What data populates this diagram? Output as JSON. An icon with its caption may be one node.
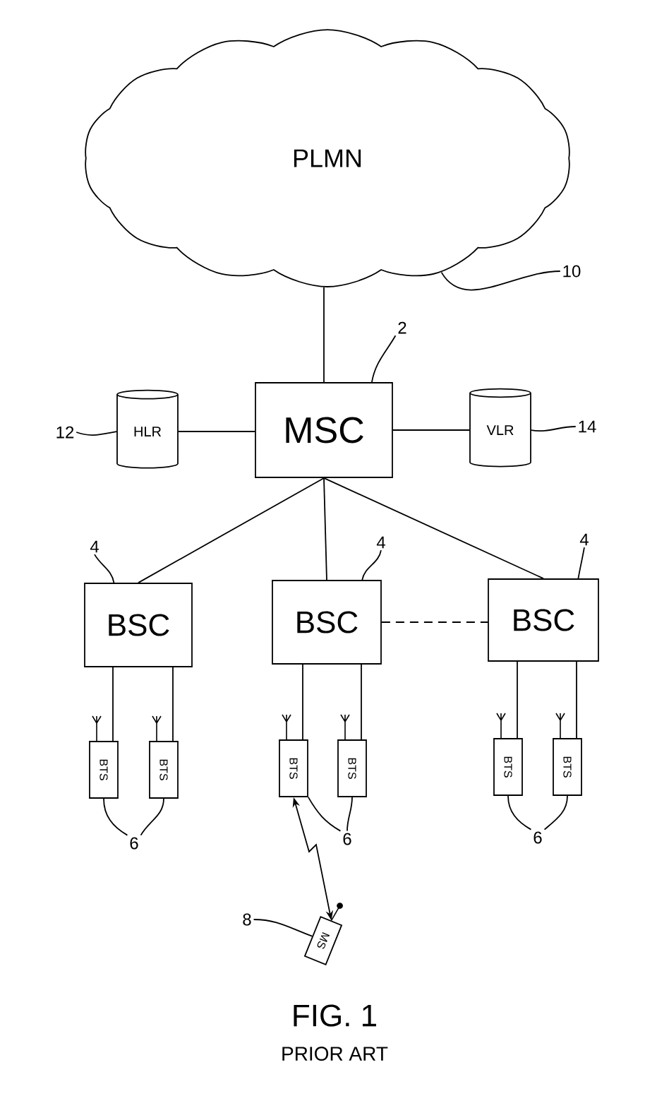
{
  "diagram": {
    "nodes": [
      {
        "text": [
          "PLMN"
        ]
      },
      {
        "text": [
          "MSC"
        ]
      },
      {
        "text": [
          "HLR"
        ]
      },
      {
        "text": [
          "VLR"
        ]
      },
      {
        "text": [
          "BSC"
        ]
      },
      {
        "text": [
          "BSC"
        ]
      },
      {
        "text": [
          "BSC"
        ]
      },
      {
        "text": [
          "BTS"
        ]
      },
      {
        "text": [
          "BTS"
        ]
      },
      {
        "text": [
          "BTS"
        ]
      },
      {
        "text": [
          "BTS"
        ]
      },
      {
        "text": [
          "BTS"
        ]
      },
      {
        "text": [
          "BTS"
        ]
      },
      {
        "text": [
          "MS"
        ]
      },
      {
        "text": [
          "10"
        ]
      },
      {
        "text": [
          "2"
        ]
      },
      {
        "text": [
          "12"
        ]
      },
      {
        "text": [
          "14"
        ]
      },
      {
        "text": [
          "4"
        ]
      },
      {
        "text": [
          "4"
        ]
      },
      {
        "text": [
          "4"
        ]
      },
      {
        "text": [
          "6"
        ]
      },
      {
        "text": [
          "6"
        ]
      },
      {
        "text": [
          "6"
        ]
      },
      {
        "text": [
          "8"
        ]
      }
    ],
    "edges": [
      {
        "from": 0,
        "to": 1,
        "arrow": "none"
      },
      {
        "from": 2,
        "to": 1,
        "arrow": "none"
      },
      {
        "from": 1,
        "to": 3,
        "arrow": "none"
      },
      {
        "from": 1,
        "to": 4,
        "arrow": "none"
      },
      {
        "from": 1,
        "to": 5,
        "arrow": "none"
      },
      {
        "from": 1,
        "to": 6,
        "arrow": "none"
      },
      {
        "from": 5,
        "to": 6,
        "arrow": "none",
        "style": "dashed"
      },
      {
        "from": 4,
        "to": 7,
        "arrow": "none"
      },
      {
        "from": 4,
        "to": 8,
        "arrow": "none"
      },
      {
        "from": 5,
        "to": 9,
        "arrow": "none"
      },
      {
        "from": 5,
        "to": 10,
        "arrow": "none"
      },
      {
        "from": 6,
        "to": 11,
        "arrow": "none"
      },
      {
        "from": 6,
        "to": 12,
        "arrow": "none"
      },
      {
        "from": 9,
        "to": 13,
        "arrow": "both"
      },
      {
        "from": 14,
        "to": 0,
        "arrow": "none"
      },
      {
        "from": 15,
        "to": 1,
        "arrow": "none"
      },
      {
        "from": 16,
        "to": 2,
        "arrow": "none"
      },
      {
        "from": 17,
        "to": 3,
        "arrow": "none"
      },
      {
        "from": 18,
        "to": 4,
        "arrow": "none"
      },
      {
        "from": 19,
        "to": 5,
        "arrow": "none"
      },
      {
        "from": 20,
        "to": 6,
        "arrow": "none"
      },
      {
        "from": 21,
        "to": 7,
        "arrow": "none"
      },
      {
        "from": 21,
        "to": 8,
        "arrow": "none"
      },
      {
        "from": 22,
        "to": 9,
        "arrow": "none"
      },
      {
        "from": 22,
        "to": 10,
        "arrow": "none"
      },
      {
        "from": 23,
        "to": 11,
        "arrow": "none"
      },
      {
        "from": 23,
        "to": 12,
        "arrow": "none"
      },
      {
        "from": 24,
        "to": 13,
        "arrow": "none"
      }
    ],
    "labels": [
      "FIG. 1",
      "PRIOR ART"
    ]
  }
}
